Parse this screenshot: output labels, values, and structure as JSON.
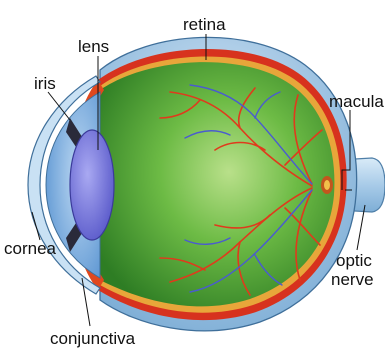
{
  "labels": {
    "retina": "retina",
    "lens": "lens",
    "iris": "iris",
    "macula": "macula",
    "cornea": "cornea",
    "optic_nerve_line1": "optic",
    "optic_nerve_line2": "nerve",
    "conjunctiva": "conjunctiva"
  },
  "colors": {
    "sclera": "#9cc3e3",
    "choroid": "#d7321e",
    "vitreous": "#3d9a2e",
    "lens": "#6e6ed9",
    "cornea": "#7aaee0",
    "vessel_red": "#e03a1c",
    "vessel_blue": "#4a5bd0"
  }
}
